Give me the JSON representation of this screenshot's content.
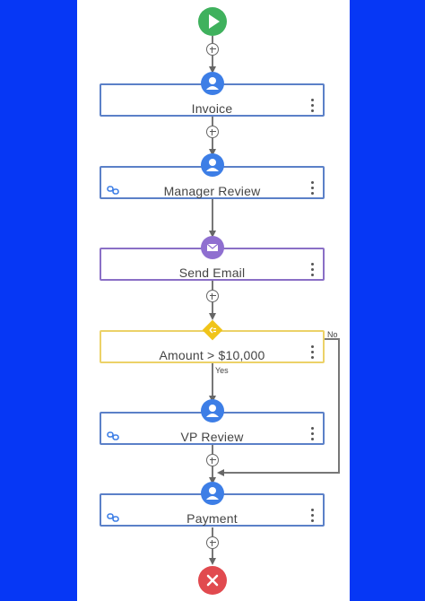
{
  "steps": {
    "invoice": "Invoice",
    "manager_review": "Manager Review",
    "send_email": "Send Email",
    "amount_check": "Amount > $10,000",
    "vp_review": "VP Review",
    "payment": "Payment"
  },
  "branch_labels": {
    "no": "No",
    "yes": "Yes"
  },
  "colors": {
    "background": "#0637f5",
    "start": "#3fb15d",
    "end": "#e14a4f",
    "user_badge": "#3d7ee6",
    "email_badge": "#8f6fd0",
    "condition_badge": "#f0c419"
  },
  "icons": [
    "play-icon",
    "user-icon",
    "email-icon",
    "condition-icon",
    "link-icon",
    "kebab-menu-icon",
    "add-step-icon",
    "close-icon"
  ]
}
